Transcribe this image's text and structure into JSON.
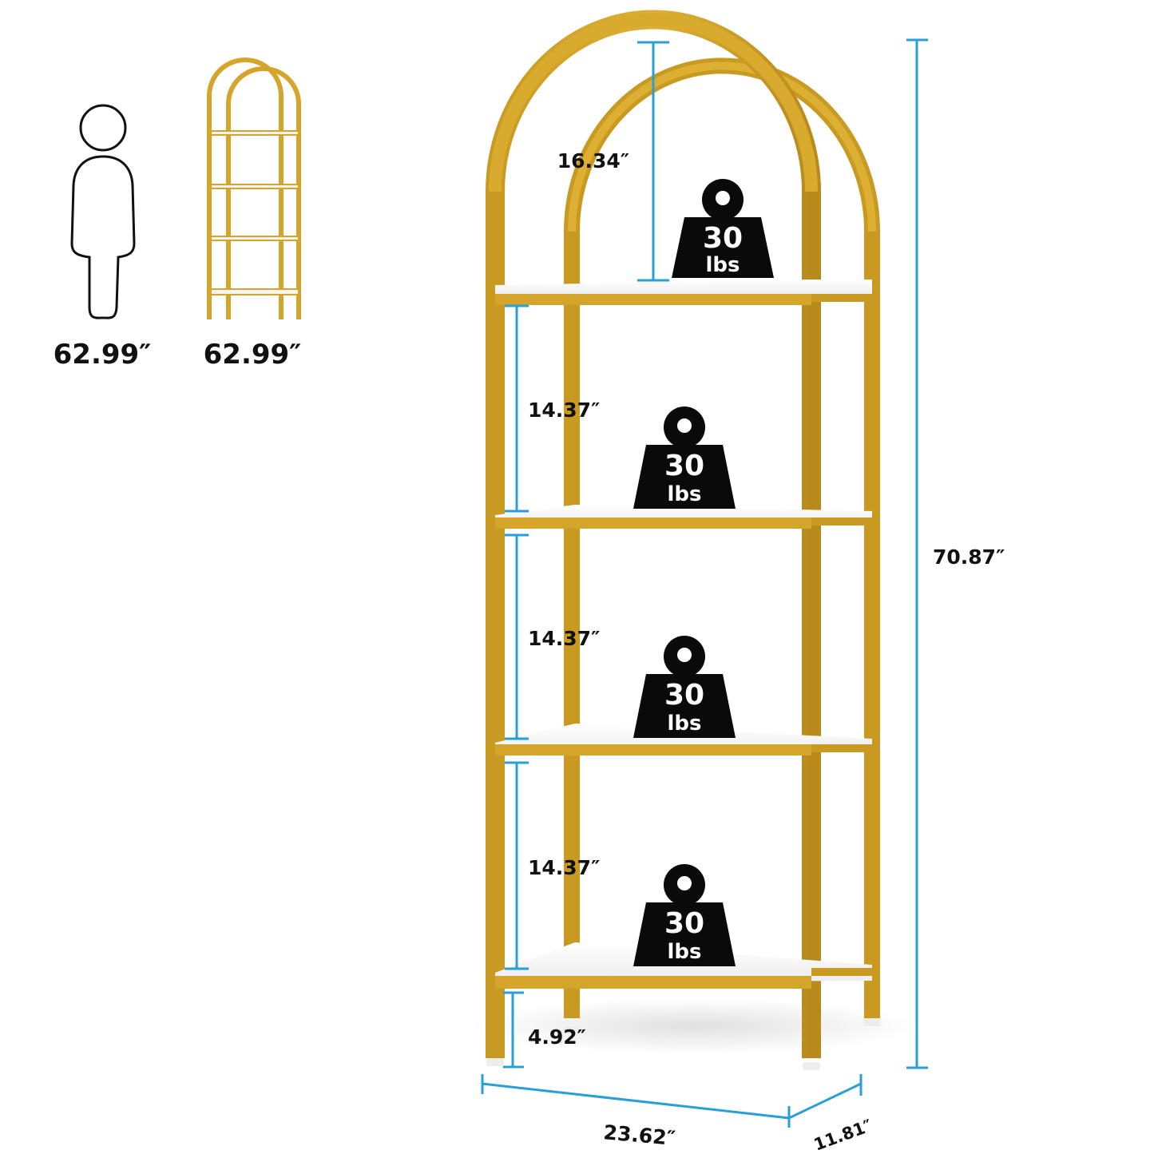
{
  "colors": {
    "frame_gold": "#D4A52A",
    "frame_gold_dark": "#B88A1C",
    "shelf_white": "#F7F7F7",
    "dimension_blue": "#2A9FD6",
    "weight_black": "#0A0A0A",
    "text": "#111111"
  },
  "comparison": {
    "person": {
      "icon": "person-outline-icon",
      "height_label": "62.99″"
    },
    "shelf_thumbnail": {
      "icon": "shelf-thumbnail-icon",
      "height_label": "62.99″"
    }
  },
  "dimensions": {
    "total_height": "70.87″",
    "arch_clearance": "16.34″",
    "shelf_gap_1": "14.37″",
    "shelf_gap_2": "14.37″",
    "shelf_gap_3": "14.37″",
    "floor_clearance": "4.92″",
    "width": "23.62″",
    "depth": "11.81″"
  },
  "shelves": [
    {
      "weight_value": "30",
      "weight_unit": "lbs"
    },
    {
      "weight_value": "30",
      "weight_unit": "lbs"
    },
    {
      "weight_value": "30",
      "weight_unit": "lbs"
    },
    {
      "weight_value": "30",
      "weight_unit": "lbs"
    }
  ]
}
